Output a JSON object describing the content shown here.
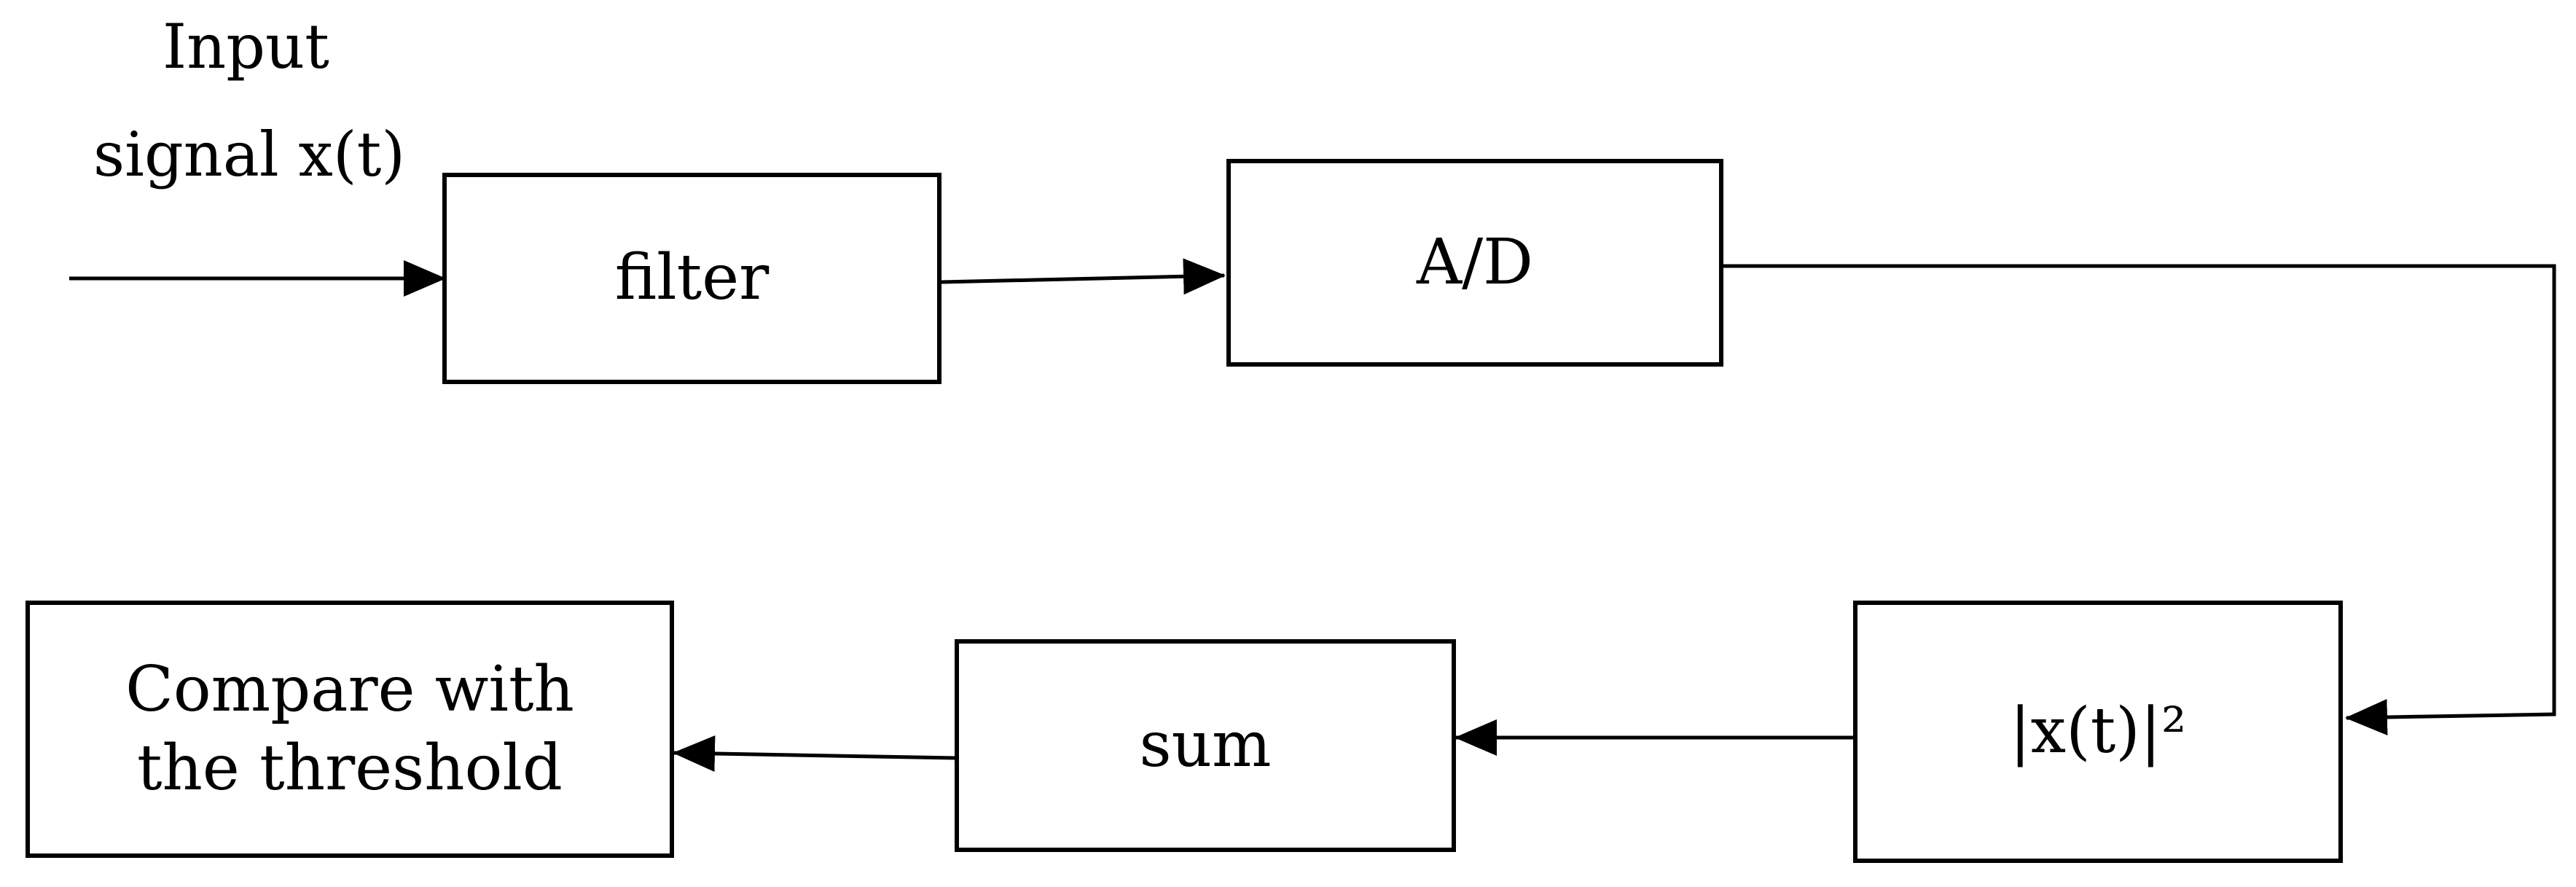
{
  "input_label": {
    "line1": "Input",
    "line2": "signal x(t)"
  },
  "blocks": {
    "filter": "filter",
    "adc": "A/D",
    "square": "|x(t)|²",
    "sum": "sum",
    "compare": {
      "line1": "Compare with",
      "line2": "the threshold"
    }
  },
  "colors": {
    "stroke": "#000000",
    "background": "#ffffff"
  }
}
